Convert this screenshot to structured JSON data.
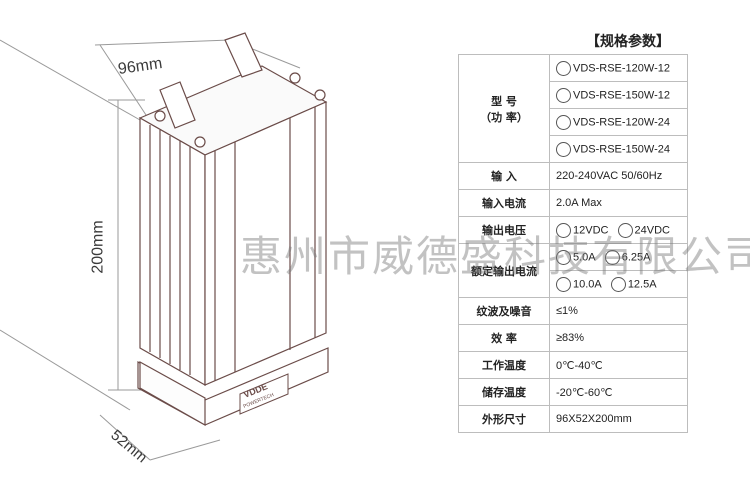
{
  "dimensions": {
    "width_label": "96mm",
    "height_label": "200mm",
    "depth_label": "52mm"
  },
  "brand": {
    "logo_text": "VDDE",
    "sub_text": "POWERTECH"
  },
  "spec_title": "【规格参数】",
  "spec_table": {
    "model_label": "型 号\n（功 率）",
    "model_label_line1": "型  号",
    "model_label_line2": "（功 率）",
    "models": [
      "VDS-RSE-120W-12",
      "VDS-RSE-150W-12",
      "VDS-RSE-120W-24",
      "VDS-RSE-150W-24"
    ],
    "input_label": "输    入",
    "input_value": "220-240VAC 50/60Hz",
    "input_current_label": "输入电流",
    "input_current_value": "2.0A Max",
    "output_voltage_label": "输出电压",
    "output_voltage_options": [
      "12VDC",
      "24VDC"
    ],
    "rated_current_label": "额定输出电流",
    "rated_current_options": [
      "5.0A",
      "6.25A",
      "10.0A",
      "12.5A"
    ],
    "ripple_label": "纹波及噪音",
    "ripple_value": "≤1%",
    "efficiency_label": "效    率",
    "efficiency_value": "≥83%",
    "working_temp_label": "工作温度",
    "working_temp_value": "0℃-40℃",
    "storage_temp_label": "储存温度",
    "storage_temp_value": "-20℃-60℃",
    "size_label": "外形尺寸",
    "size_value": "96X52X200mm"
  },
  "watermark": "惠州市威德盛科技有限公司"
}
